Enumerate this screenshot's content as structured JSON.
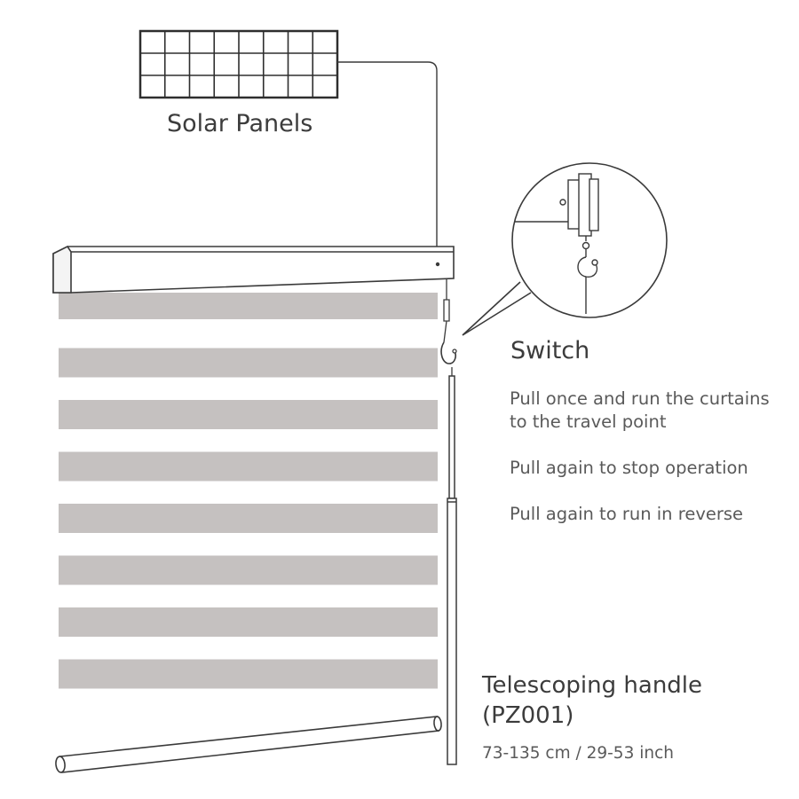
{
  "labels": {
    "solar_panels": "Solar Panels",
    "switch": "Switch",
    "switch_steps": [
      "Pull once and run the curtains\nto the travel point",
      "Pull again to stop operation",
      "Pull again to run in reverse"
    ],
    "handle_title_line1": "Telescoping handle",
    "handle_title_line2": "(PZ001)",
    "handle_dimensions": "73-135 cm / 29-53 inch"
  },
  "colors": {
    "line": "#3a3a3a",
    "stripe": "#c5c1c0",
    "text": "#3c3c3c"
  },
  "solar_panel_grid": {
    "rows": 3,
    "columns": 8
  },
  "blind_stripe_count": 8
}
